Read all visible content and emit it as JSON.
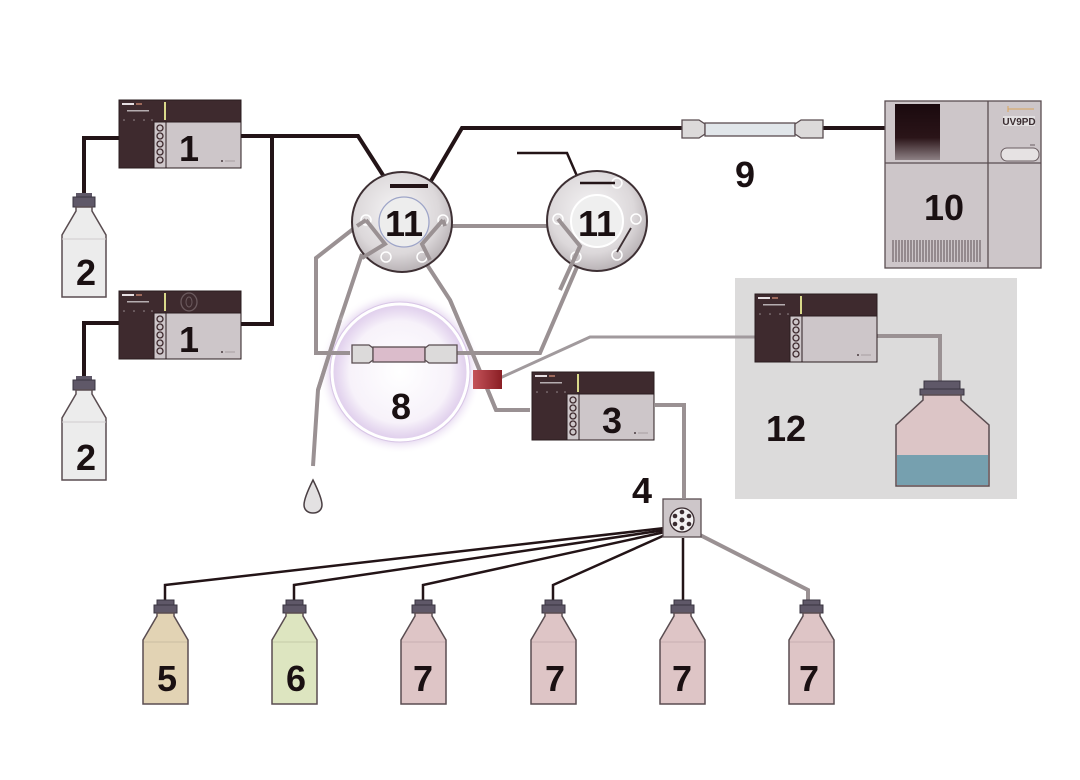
{
  "diagram": {
    "type": "LC system schematic",
    "labels": {
      "pump_a": "1",
      "pump_b": "1",
      "solvent_a": "2",
      "solvent_b": "2",
      "loading_pump": "3",
      "selector_valve": "4",
      "bottle_5": "5",
      "bottle_6": "6",
      "bottle_7a": "7",
      "bottle_7b": "7",
      "bottle_7c": "7",
      "bottle_7d": "7",
      "trap_column": "8",
      "analytical_column": "9",
      "detector": "10",
      "valve_left": "11",
      "valve_right": "11",
      "module_12": "12"
    },
    "detector_logo": "UV9PD",
    "colors": {
      "tube_dark": "#231417",
      "tube_grey": "#9a9193",
      "instrument_dark": "#3e2a2e",
      "instrument_light": "#cdc6c9",
      "bottle_clear": "#ececec",
      "bottle_5": "#e2d3b4",
      "bottle_6": "#dde5c0",
      "bottle_7": "#dec5c6",
      "cap": "#5f5868",
      "halo": "#b79ad0",
      "heater_red": "#a32a30",
      "module_12_bg": "#dcdbdb",
      "waste_liquid": "#76a0af"
    }
  }
}
